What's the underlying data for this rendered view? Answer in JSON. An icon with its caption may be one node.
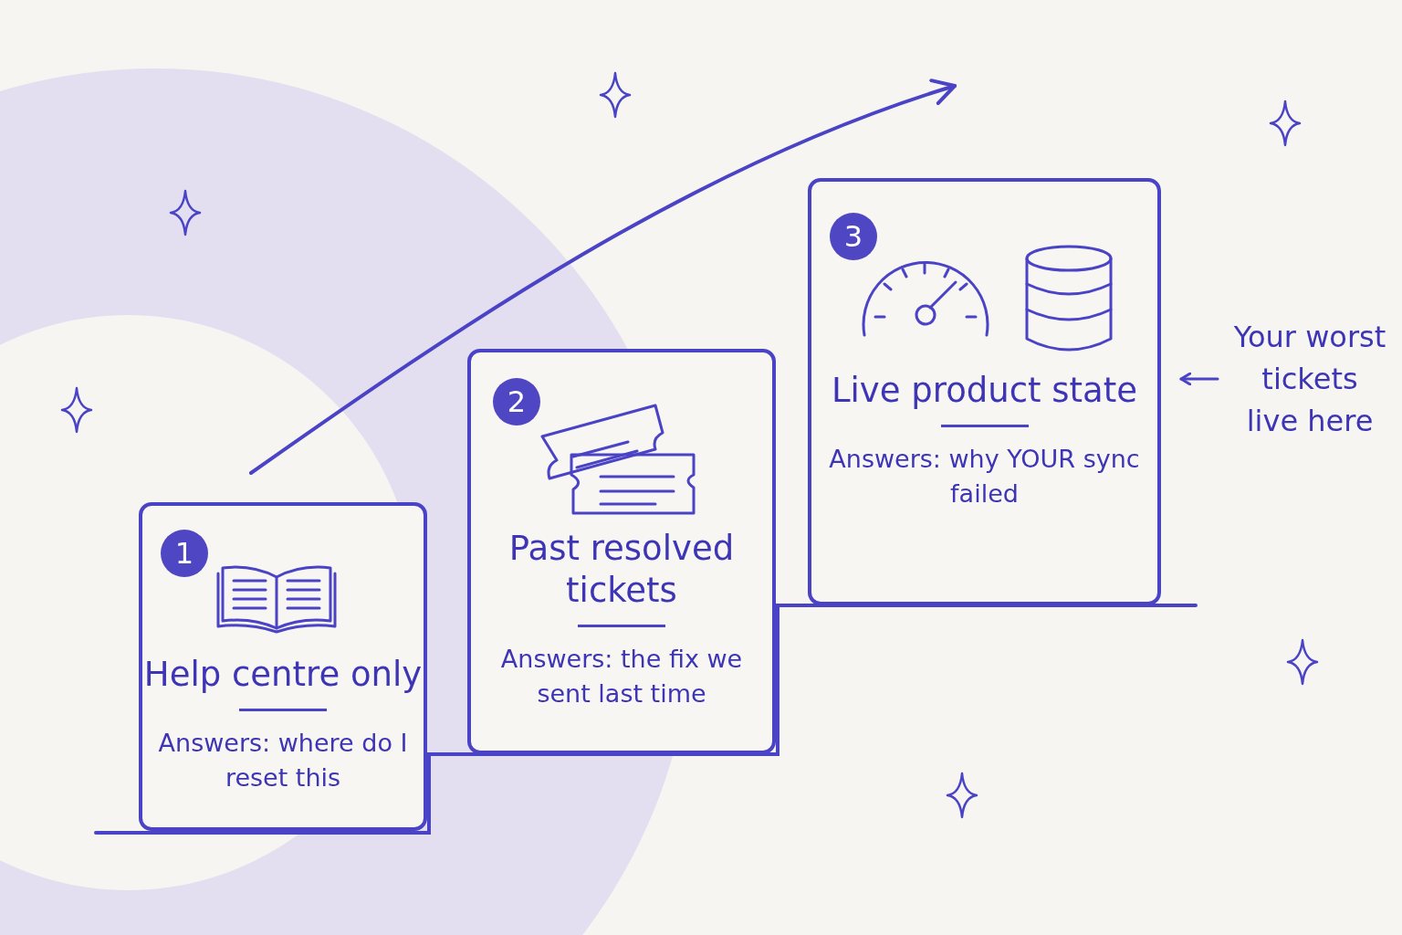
{
  "diagram": {
    "nodes": [
      {
        "text": [
          "Help centre only",
          "Answers: where do I reset this"
        ]
      },
      {
        "text": [
          "1"
        ],
        "in": 0
      },
      {
        "text": [
          "Past resolved tickets",
          "Answers: the fix we sent last time"
        ]
      },
      {
        "text": [
          "2"
        ],
        "in": 2
      },
      {
        "text": [
          "Live product state",
          "Answers: why YOUR sync failed"
        ]
      },
      {
        "text": [
          "3"
        ],
        "in": 4
      },
      {
        "text": [
          "Your worst tickets live here"
        ]
      }
    ],
    "edges": [
      {
        "from": 6,
        "to": 4,
        "arrow": "to"
      }
    ]
  }
}
